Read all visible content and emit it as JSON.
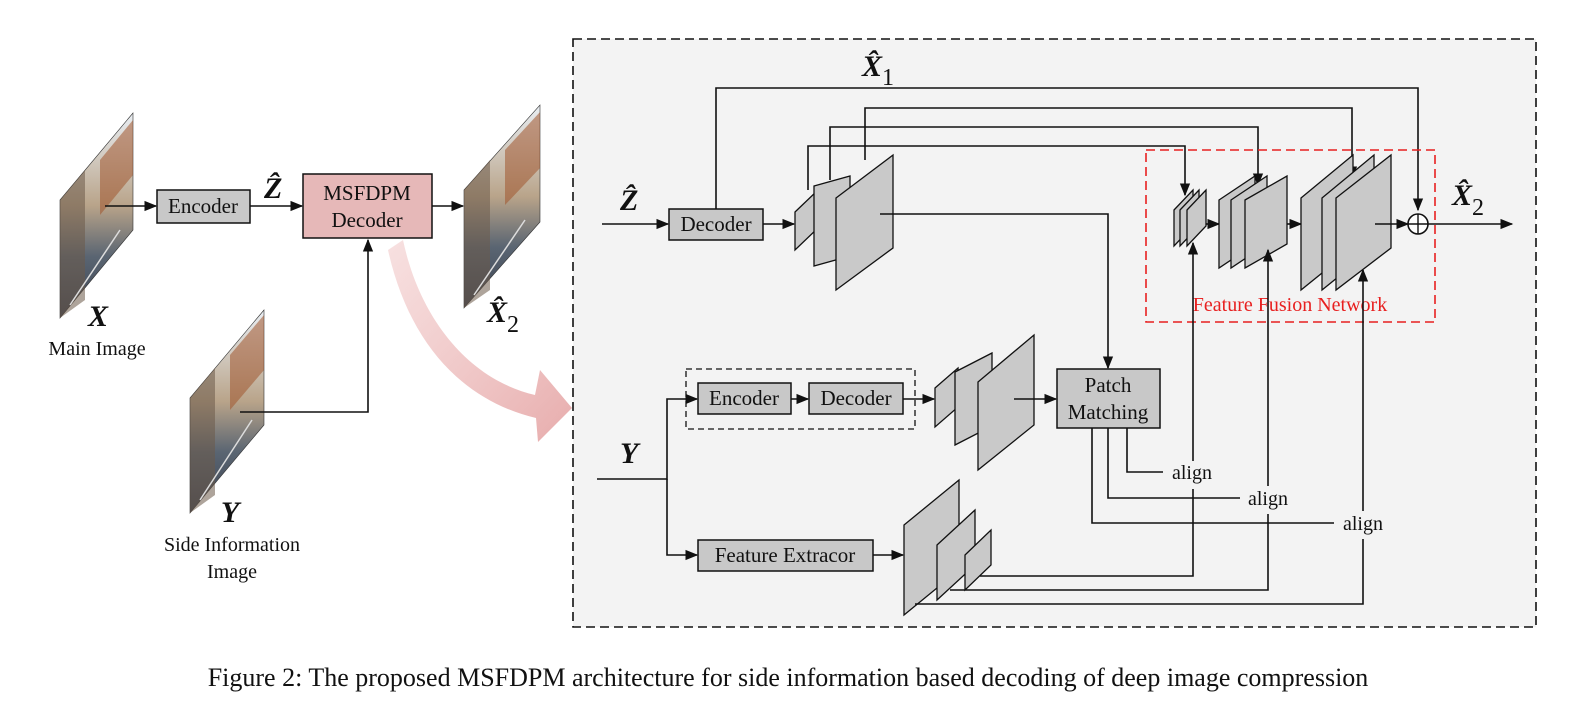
{
  "left": {
    "encoder_label": "Encoder",
    "decoder_label_line1": "MSFDPM",
    "decoder_label_line2": "Decoder",
    "z_hat": "Ẑ",
    "x_var": "X",
    "x_caption": "Main Image",
    "y_var": "Y",
    "y_caption_line1": "Side Information",
    "y_caption_line2": "Image",
    "x2_hat_var": "X̂",
    "x2_hat_sub": "2"
  },
  "detail": {
    "x1_hat_var": "X̂",
    "x1_hat_sub": "1",
    "z_hat": "Ẑ",
    "decoder_label": "Decoder",
    "x2_hat_var": "X̂",
    "x2_hat_sub": "2",
    "ffn_label": "Feature Fusion Network",
    "y_var": "Y",
    "encoder_label": "Encoder",
    "decoder2_label": "Decoder",
    "patch_line1": "Patch",
    "patch_line2": "Matching",
    "feature_extractor_label": "Feature Extracor",
    "align_labels": [
      "align",
      "align",
      "align"
    ]
  },
  "caption": "Figure 2: The proposed MSFDPM architecture for side information based decoding of deep image compression",
  "colors": {
    "msfdpm_fill": "#e6b8b8",
    "ffn_border": "#e82020",
    "ffn_text": "#e82020",
    "panel_bg": "#f3f3f3",
    "arrow_pink": "#e9b4b4"
  }
}
